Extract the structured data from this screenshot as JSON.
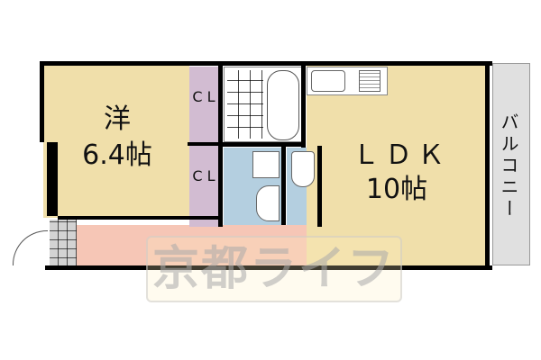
{
  "floorplan": {
    "rooms": {
      "western_room": {
        "name": "洋",
        "size": "6.4帖"
      },
      "closet_upper": {
        "label": "C L"
      },
      "closet_lower": {
        "label": "C L"
      },
      "ldk": {
        "name": "ＬＤＫ",
        "size": "10帖"
      },
      "balcony": {
        "label": "バルコニー"
      }
    },
    "watermark": "京都ライフ",
    "colors": {
      "room": "#f0dfaa",
      "closet": "#d2bcd2",
      "wet_area": "#b4cfe0",
      "hallway": "#f6c6b6",
      "balcony": "#e0e0e0",
      "wall": "#000000"
    }
  }
}
